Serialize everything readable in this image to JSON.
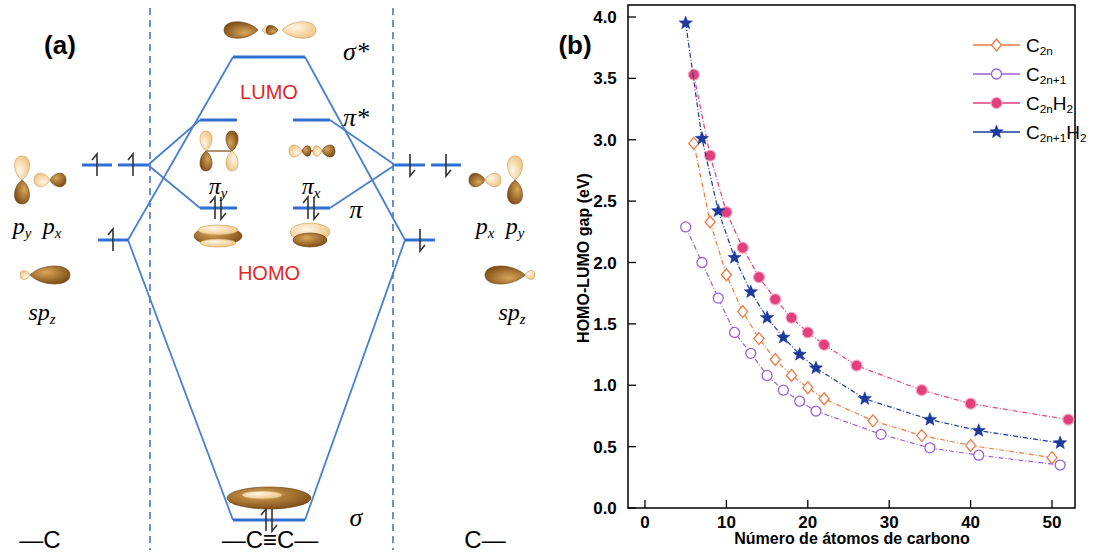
{
  "diagram": {
    "labels": [
      "(a)",
      "σ*",
      "LUMO",
      "π*",
      "πy",
      "πx",
      "π",
      "HOMO",
      "σ",
      "py",
      "px",
      "spz",
      "px",
      "py",
      "spz",
      "—C",
      "—C≡C—",
      "C—",
      "(b)",
      "HOMO-LUMO gap (eV)",
      "Número de átomos de carbono",
      "0.0",
      "0.5",
      "1.0",
      "1.5",
      "2.0",
      "2.5",
      "3.0",
      "3.5",
      "4.0",
      "0",
      "10",
      "20",
      "30",
      "40",
      "50"
    ],
    "legend": [
      {
        "text": "C2n"
      },
      {
        "text": "C2n+1"
      },
      {
        "text": "C2nH2"
      },
      {
        "text": "C2n+1H2"
      }
    ]
  }
}
